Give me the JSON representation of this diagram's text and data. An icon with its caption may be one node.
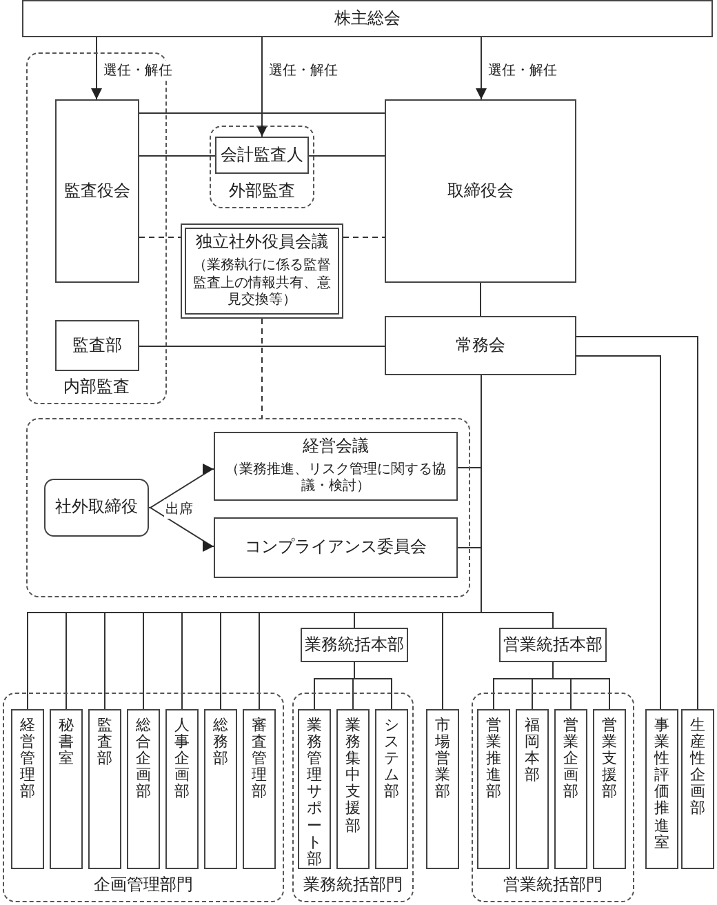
{
  "diagram": {
    "nodes": [
      {
        "text": [
          "株主総会"
        ]
      },
      {
        "text": [
          "内部監査"
        ]
      },
      {
        "text": [
          "監査役会"
        ],
        "in": 1
      },
      {
        "text": [
          "監査部"
        ],
        "in": 1
      },
      {
        "text": [
          "外部監査"
        ]
      },
      {
        "text": [
          "会計監査人"
        ],
        "in": 4
      },
      {
        "text": [
          "取締役会"
        ]
      },
      {
        "text": [
          "独立社外役員会議",
          "（業務執行に係る監督監査上の情報共有、意見交換等）"
        ]
      },
      {
        "text": [
          "常務会"
        ]
      },
      {
        "text": [],
        "shape": "box"
      },
      {
        "text": [
          "社外取締役"
        ],
        "in": 9
      },
      {
        "text": [
          "経営会議",
          "（業務推進、リスク管理に関する協議・検討）"
        ],
        "in": 9
      },
      {
        "text": [
          "コンプライアンス委員会"
        ],
        "in": 9
      },
      {
        "text": [
          "企画管理部門"
        ]
      },
      {
        "text": [
          "経営管理部"
        ],
        "in": 13
      },
      {
        "text": [
          "秘書室"
        ],
        "in": 13
      },
      {
        "text": [
          "監査部"
        ],
        "in": 13
      },
      {
        "text": [
          "総合企画部"
        ],
        "in": 13
      },
      {
        "text": [
          "人事企画部"
        ],
        "in": 13
      },
      {
        "text": [
          "総務部"
        ],
        "in": 13
      },
      {
        "text": [
          "審査管理部"
        ],
        "in": 13
      },
      {
        "text": [
          "業務統括本部"
        ]
      },
      {
        "text": [
          "業務統括部門"
        ]
      },
      {
        "text": [
          "業務管理サポート部"
        ],
        "in": 22
      },
      {
        "text": [
          "業務集中支援部"
        ],
        "in": 22
      },
      {
        "text": [
          "システム部"
        ],
        "in": 22
      },
      {
        "text": [
          "市場営業部"
        ]
      },
      {
        "text": [
          "営業統括本部"
        ]
      },
      {
        "text": [
          "営業統括部門"
        ]
      },
      {
        "text": [
          "営業推進部"
        ],
        "in": 28
      },
      {
        "text": [
          "福岡本部"
        ],
        "in": 28
      },
      {
        "text": [
          "営業企画部"
        ],
        "in": 28
      },
      {
        "text": [
          "営業支援部"
        ],
        "in": 28
      },
      {
        "text": [
          "事業性評価推進室"
        ]
      },
      {
        "text": [
          "生産性企画部"
        ]
      }
    ],
    "edges": [
      {
        "from": 0,
        "to": 2,
        "arrow": "to",
        "label": "選任・解任"
      },
      {
        "from": 0,
        "to": 5,
        "arrow": "to",
        "label": "選任・解任"
      },
      {
        "from": 0,
        "to": 6,
        "arrow": "to",
        "label": "選任・解任"
      },
      {
        "from": 2,
        "to": 6,
        "arrow": "none"
      },
      {
        "from": 2,
        "to": 5,
        "arrow": "none"
      },
      {
        "from": 5,
        "to": 6,
        "arrow": "none"
      },
      {
        "from": 2,
        "to": 7,
        "arrow": "none",
        "style": "dashed"
      },
      {
        "from": 7,
        "to": 6,
        "arrow": "none",
        "style": "dashed"
      },
      {
        "from": 3,
        "to": 8,
        "arrow": "none"
      },
      {
        "from": 6,
        "to": 8,
        "arrow": "none"
      },
      {
        "from": 7,
        "to": 9,
        "arrow": "none",
        "style": "dashed"
      },
      {
        "from": 10,
        "to": 11,
        "arrow": "to",
        "label": "出席"
      },
      {
        "from": 10,
        "to": 12,
        "arrow": "to"
      },
      {
        "from": 8,
        "to": 11,
        "arrow": "none"
      },
      {
        "from": 8,
        "to": 12,
        "arrow": "none"
      },
      {
        "from": 8,
        "to": 14,
        "arrow": "none"
      },
      {
        "from": 8,
        "to": 15,
        "arrow": "none"
      },
      {
        "from": 8,
        "to": 16,
        "arrow": "none"
      },
      {
        "from": 8,
        "to": 17,
        "arrow": "none"
      },
      {
        "from": 8,
        "to": 18,
        "arrow": "none"
      },
      {
        "from": 8,
        "to": 19,
        "arrow": "none"
      },
      {
        "from": 8,
        "to": 20,
        "arrow": "none"
      },
      {
        "from": 8,
        "to": 21,
        "arrow": "none"
      },
      {
        "from": 8,
        "to": 26,
        "arrow": "none"
      },
      {
        "from": 8,
        "to": 27,
        "arrow": "none"
      },
      {
        "from": 8,
        "to": 33,
        "arrow": "none"
      },
      {
        "from": 8,
        "to": 34,
        "arrow": "none"
      },
      {
        "from": 21,
        "to": 23,
        "arrow": "none"
      },
      {
        "from": 21,
        "to": 24,
        "arrow": "none"
      },
      {
        "from": 21,
        "to": 25,
        "arrow": "none"
      },
      {
        "from": 27,
        "to": 29,
        "arrow": "none"
      },
      {
        "from": 27,
        "to": 30,
        "arrow": "none"
      },
      {
        "from": 27,
        "to": 31,
        "arrow": "none"
      },
      {
        "from": 27,
        "to": 32,
        "arrow": "none"
      }
    ]
  }
}
